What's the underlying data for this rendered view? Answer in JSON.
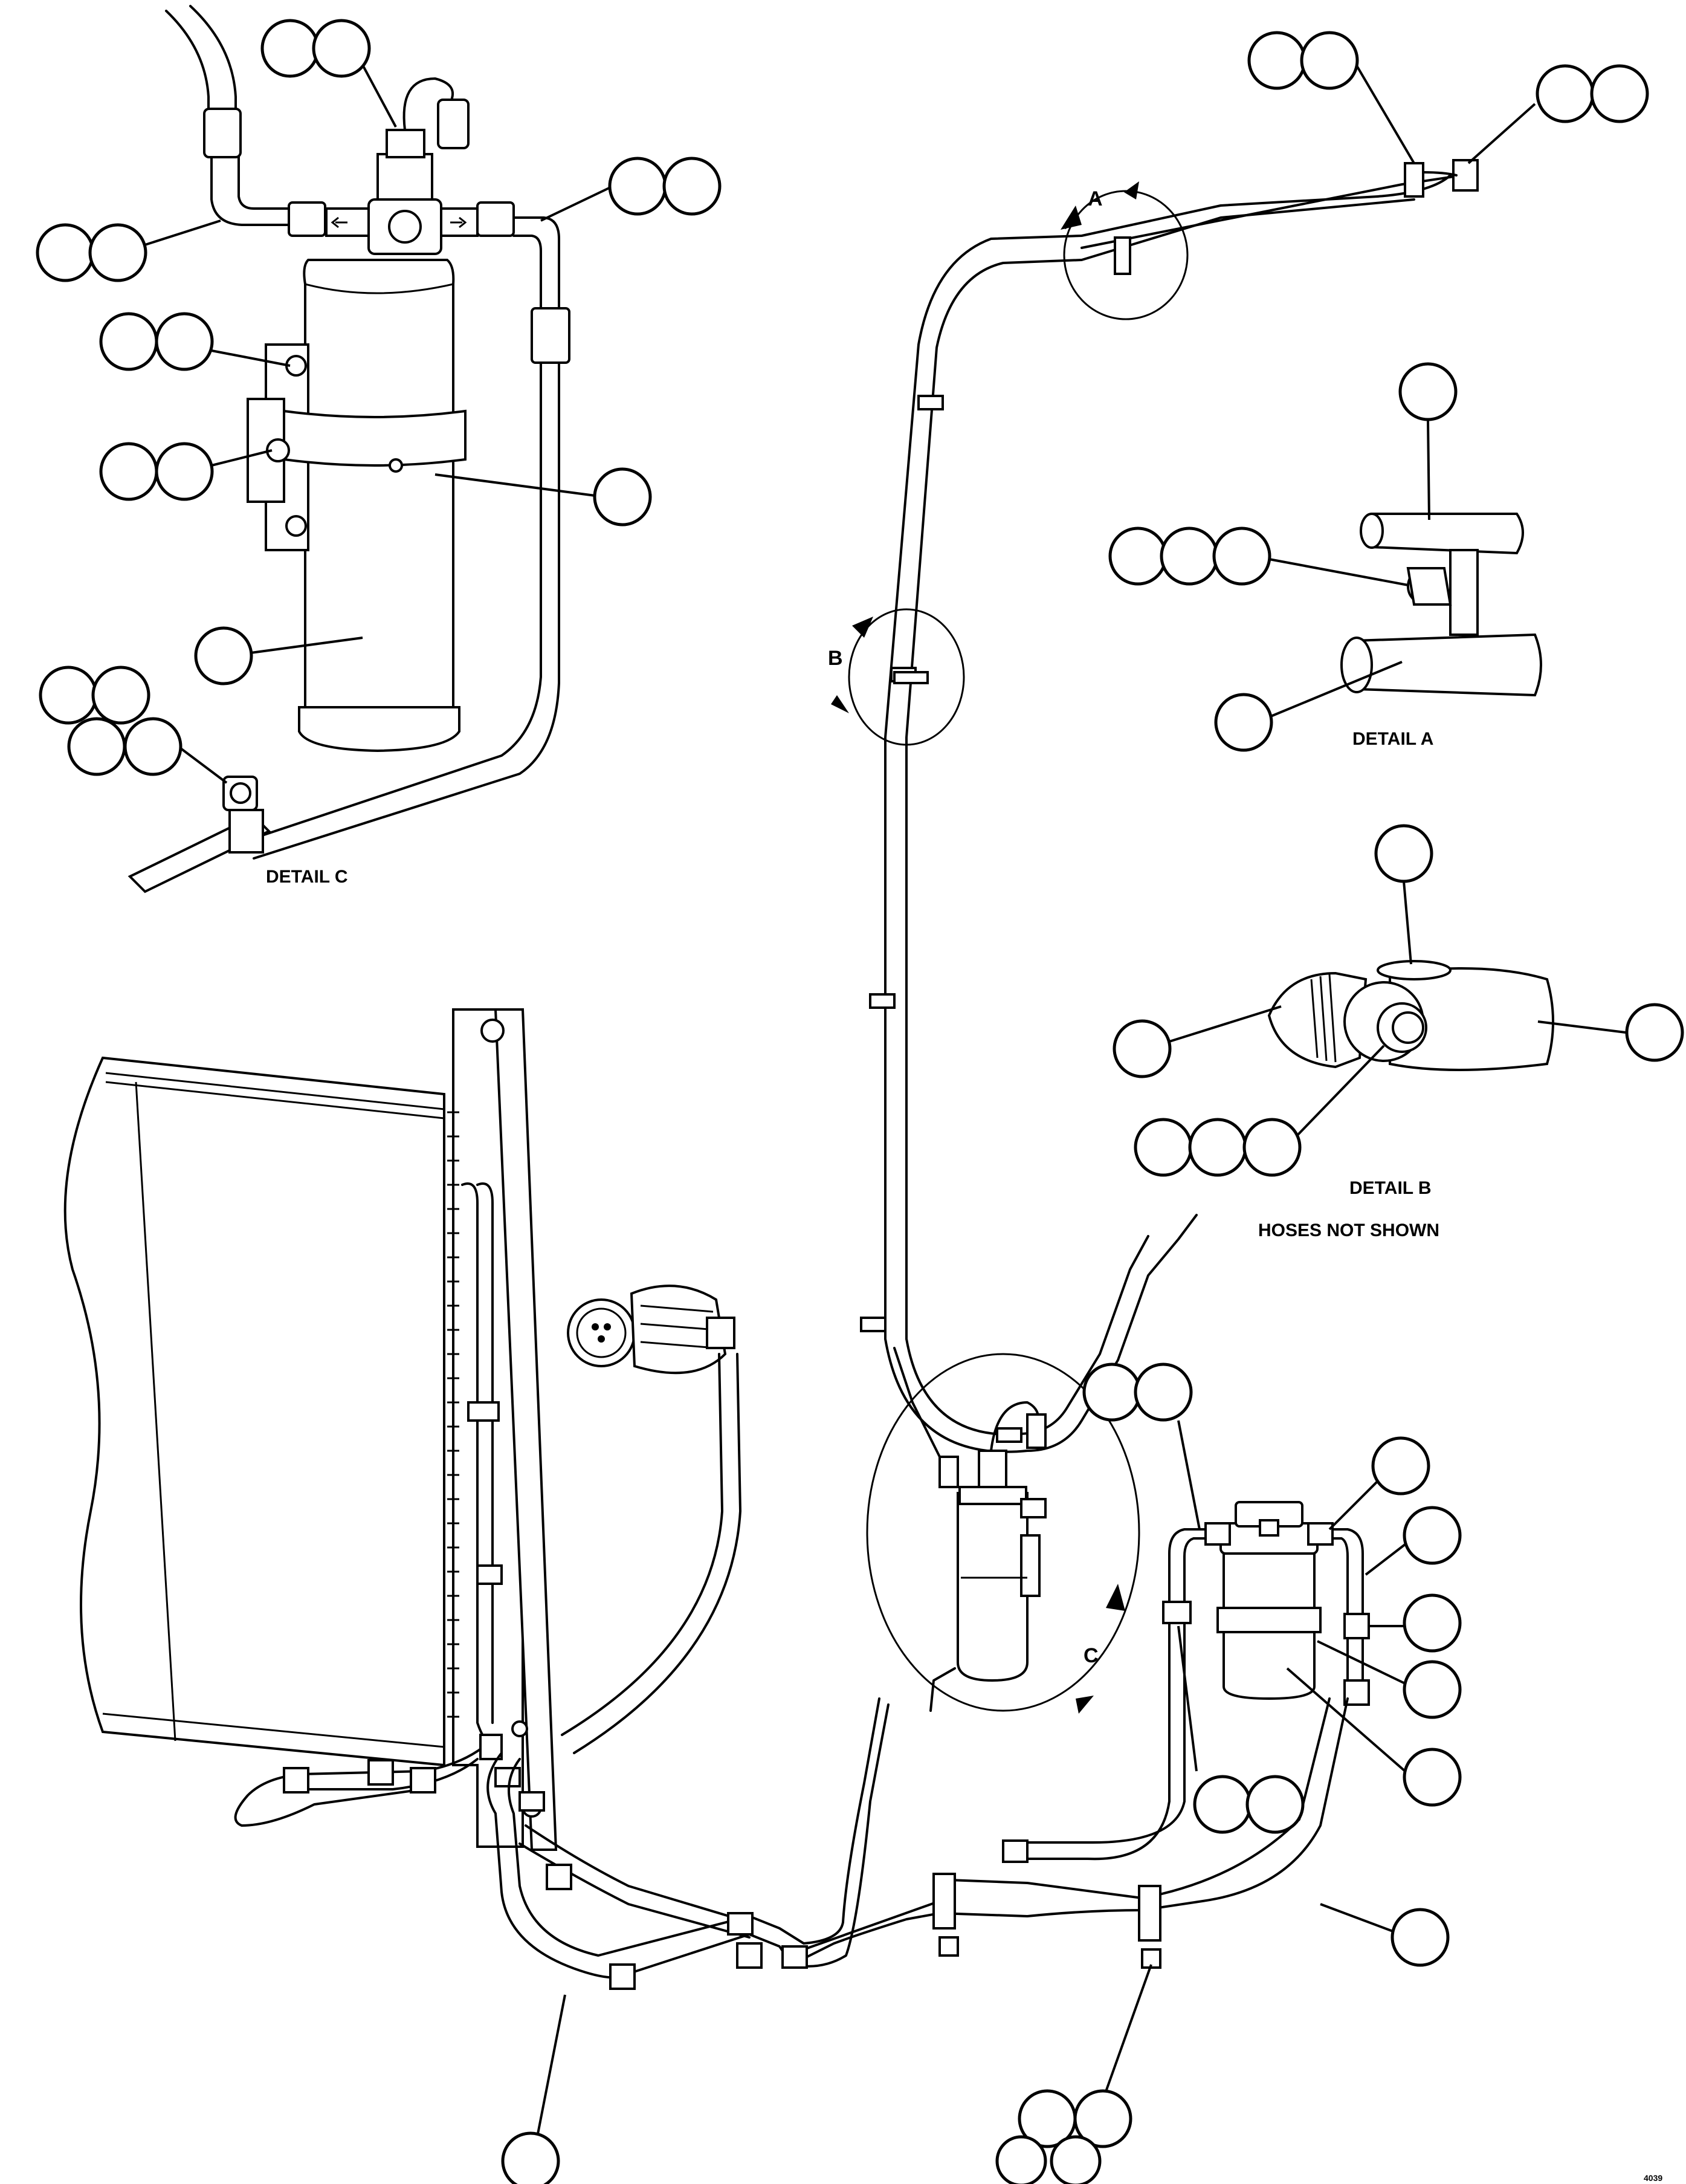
{
  "labels": {
    "detail_a": "DETAIL A",
    "detail_b": "DETAIL B",
    "detail_c": "DETAIL C",
    "hoses_not_shown": "HOSES NOT SHOWN",
    "view_a": "A",
    "view_b": "B",
    "view_c": "C",
    "figure_number": "4039"
  },
  "callouts": [
    {
      "id": "cb-01",
      "count": 2
    },
    {
      "id": "cb-02",
      "count": 2
    },
    {
      "id": "cb-03",
      "count": 2
    },
    {
      "id": "cb-04",
      "count": 2
    },
    {
      "id": "cb-05",
      "count": 2
    },
    {
      "id": "cb-06",
      "count": 1
    },
    {
      "id": "cb-07",
      "count": 1
    },
    {
      "id": "cb-08",
      "count": 4
    },
    {
      "id": "cb-09",
      "count": 2
    },
    {
      "id": "cb-10",
      "count": 2
    },
    {
      "id": "cb-11",
      "count": 1
    },
    {
      "id": "cb-12",
      "count": 3
    },
    {
      "id": "cb-13",
      "count": 1
    },
    {
      "id": "cb-14",
      "count": 1
    },
    {
      "id": "cb-15",
      "count": 1
    },
    {
      "id": "cb-16",
      "count": 1
    },
    {
      "id": "cb-17",
      "count": 3
    },
    {
      "id": "cb-18",
      "count": 2
    },
    {
      "id": "cb-19",
      "count": 1
    },
    {
      "id": "cb-20",
      "count": 1
    },
    {
      "id": "cb-21",
      "count": 1
    },
    {
      "id": "cb-22",
      "count": 1
    },
    {
      "id": "cb-23",
      "count": 1
    },
    {
      "id": "cb-24",
      "count": 2
    },
    {
      "id": "cb-25",
      "count": 1
    },
    {
      "id": "cb-26",
      "count": 1
    },
    {
      "id": "cb-27",
      "count": 4
    }
  ]
}
